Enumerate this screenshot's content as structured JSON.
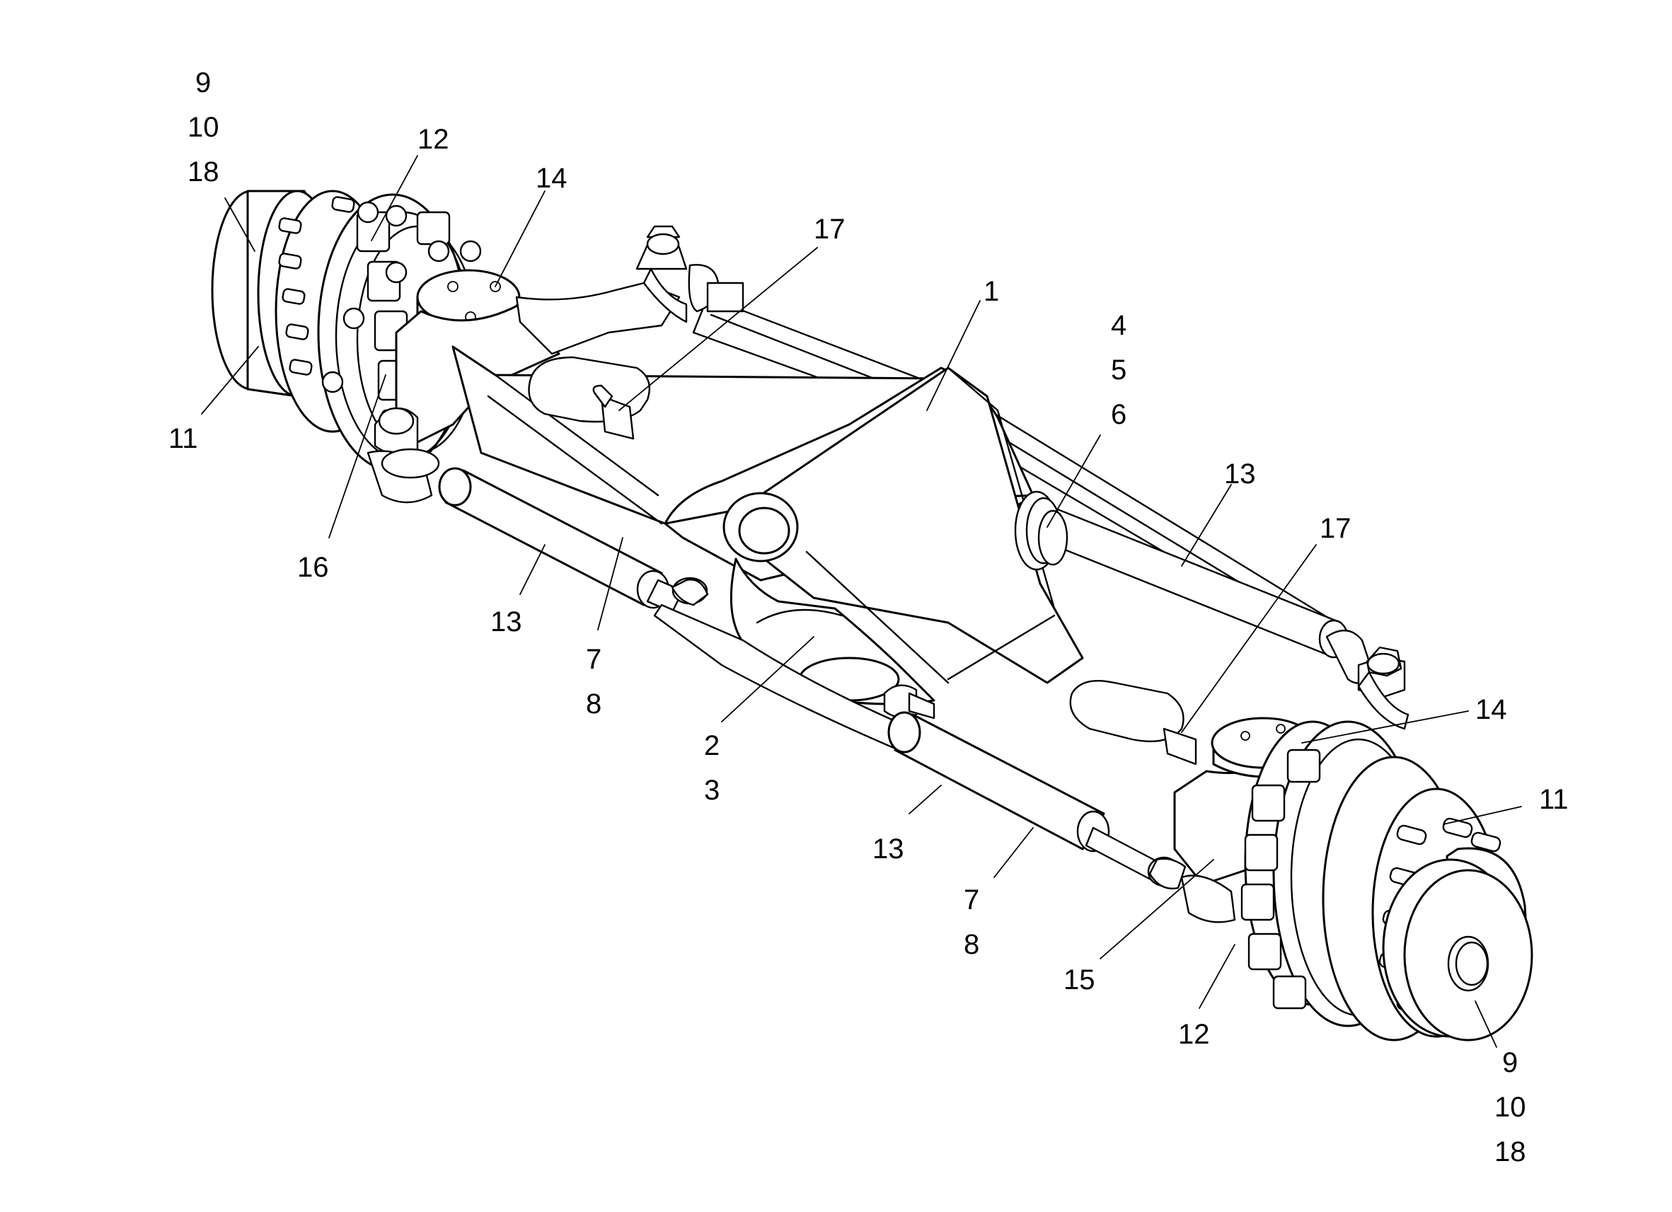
{
  "figure": {
    "callouts": [
      {
        "id": "c9-top",
        "text": "9"
      },
      {
        "id": "c10-top",
        "text": "10"
      },
      {
        "id": "c18-top",
        "text": "18"
      },
      {
        "id": "c12-top",
        "text": "12"
      },
      {
        "id": "c14-top",
        "text": "14"
      },
      {
        "id": "c17-top",
        "text": "17"
      },
      {
        "id": "c1",
        "text": "1"
      },
      {
        "id": "c4",
        "text": "4"
      },
      {
        "id": "c5",
        "text": "5"
      },
      {
        "id": "c6",
        "text": "6"
      },
      {
        "id": "c11-left",
        "text": "11"
      },
      {
        "id": "c13-right",
        "text": "13"
      },
      {
        "id": "c17-right",
        "text": "17"
      },
      {
        "id": "c16",
        "text": "16"
      },
      {
        "id": "c13-left",
        "text": "13"
      },
      {
        "id": "c7-left",
        "text": "7"
      },
      {
        "id": "c8-left",
        "text": "8"
      },
      {
        "id": "c14-right",
        "text": "14"
      },
      {
        "id": "c2",
        "text": "2"
      },
      {
        "id": "c3",
        "text": "3"
      },
      {
        "id": "c11-right",
        "text": "11"
      },
      {
        "id": "c13-bottom",
        "text": "13"
      },
      {
        "id": "c7-bottom",
        "text": "7"
      },
      {
        "id": "c8-bottom",
        "text": "8"
      },
      {
        "id": "c15",
        "text": "15"
      },
      {
        "id": "c12-bottom",
        "text": "12"
      },
      {
        "id": "c9-bottom",
        "text": "9"
      },
      {
        "id": "c10-bottom",
        "text": "10"
      },
      {
        "id": "c18-bottom",
        "text": "18"
      }
    ]
  }
}
